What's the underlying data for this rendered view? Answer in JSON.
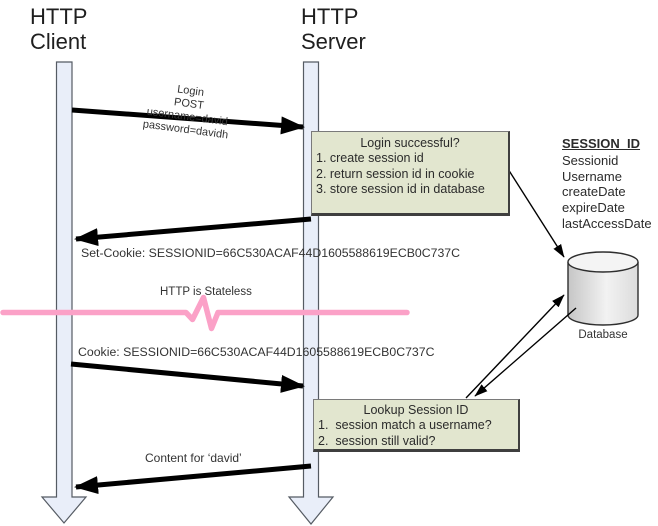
{
  "actors": {
    "client": "HTTP Client",
    "server": "HTTP Server"
  },
  "messages": {
    "login": {
      "lines": [
        "Login",
        "POST",
        "username=david",
        "password=davidh"
      ]
    },
    "set_cookie": "Set-Cookie: SESSIONID=66C530ACAF44D1605588619ECB0C737C",
    "cookie": "Cookie: SESSIONID=66C530ACAF44D1605588619ECB0C737C",
    "content": "Content for ‘david’",
    "stateless": "HTTP is Stateless"
  },
  "notes": {
    "login_box": {
      "title": "Login successful?",
      "items": [
        "1. create session id",
        "2. return session id in cookie",
        "3. store session id in database"
      ]
    },
    "lookup_box": {
      "title": "Lookup Session ID",
      "items": [
        "1.  session match a username?",
        "2.  session still valid?"
      ]
    }
  },
  "session_table": {
    "title": "SESSION_ID",
    "fields": [
      "Sessionid",
      "Username",
      "createDate",
      "expireDate",
      "lastAccessDate"
    ]
  },
  "database": {
    "label": "Database"
  },
  "colors": {
    "lifeline_fill": "#e9eef9",
    "lifeline_border": "#555b63",
    "note_fill": "#e2e6cf",
    "note_border": "#3f3f3f",
    "divider_pink": "#fba1c7",
    "arrow_black": "#000000",
    "cylinder_stroke": "#2e2e2e"
  }
}
